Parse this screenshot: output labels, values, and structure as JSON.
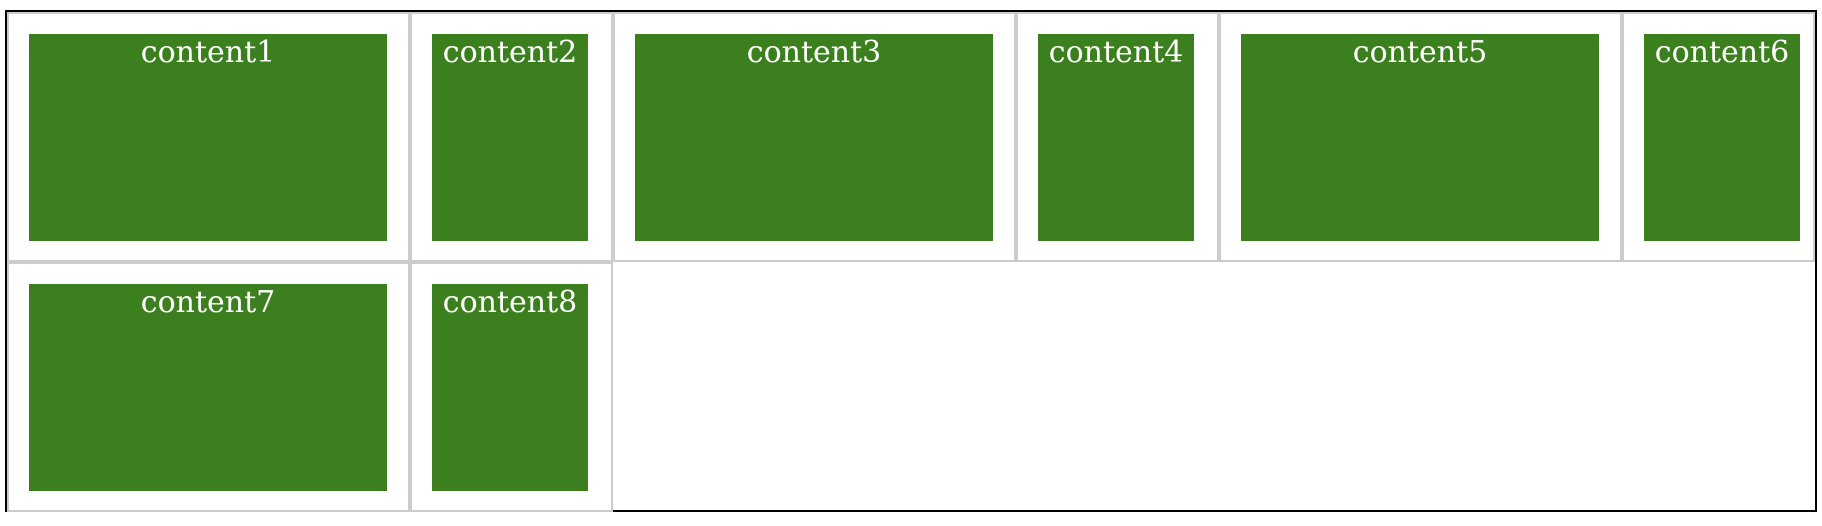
{
  "items": [
    {
      "label": "content1"
    },
    {
      "label": "content2"
    },
    {
      "label": "content3"
    },
    {
      "label": "content4"
    },
    {
      "label": "content5"
    },
    {
      "label": "content6"
    },
    {
      "label": "content7"
    },
    {
      "label": "content8"
    }
  ],
  "colors": {
    "box_fill": "#3c7f1e",
    "box_text": "#ffffff",
    "cell_border": "#cccccc",
    "outer_border": "#000000"
  }
}
